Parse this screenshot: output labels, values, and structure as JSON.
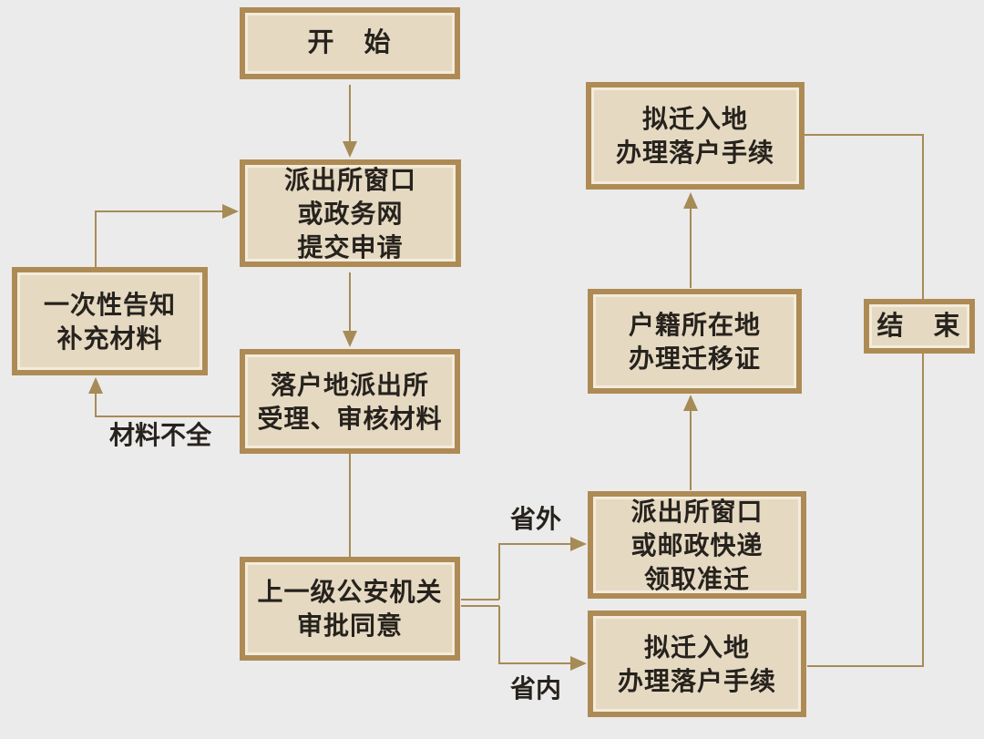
{
  "diagram": {
    "type": "flowchart",
    "subject": "household registration transfer process",
    "colors": {
      "bg": "#ecebeb",
      "box-fill": "#e6d9c2",
      "box-border": "#ae8b55",
      "box-inner": "#f3ecdc",
      "line": "#a68b57",
      "text": "#26221d"
    },
    "nodes": {
      "start": {
        "lines": [
          "开　始"
        ]
      },
      "submit": {
        "lines": [
          "派出所窗口",
          "或政务网",
          "提交申请"
        ]
      },
      "notify": {
        "lines": [
          "一次性告知",
          "补充材料"
        ]
      },
      "review": {
        "lines": [
          "落户地派出所",
          "受理、审核材料"
        ]
      },
      "approve": {
        "lines": [
          "上一级公安机关",
          "审批同意"
        ]
      },
      "collect": {
        "lines": [
          "派出所窗口",
          "或邮政快递",
          "领取准迁"
        ]
      },
      "settle_in": {
        "lines": [
          "拟迁入地",
          "办理落户手续"
        ]
      },
      "migration": {
        "lines": [
          "户籍所在地",
          "办理迁移证"
        ]
      },
      "settle_out": {
        "lines": [
          "拟迁入地",
          "办理落户手续"
        ]
      },
      "end": {
        "lines": [
          "结　束"
        ]
      }
    },
    "edge_labels": {
      "materials_incomplete": "材料不全",
      "out_of_province": "省外",
      "in_province": "省内"
    },
    "edges": [
      {
        "from": "start",
        "to": "submit",
        "label": ""
      },
      {
        "from": "submit",
        "to": "review",
        "label": ""
      },
      {
        "from": "review",
        "to": "approve",
        "label": ""
      },
      {
        "from": "review",
        "to": "notify",
        "label": "材料不全"
      },
      {
        "from": "notify",
        "to": "submit",
        "label": ""
      },
      {
        "from": "approve",
        "to": "collect",
        "label": "省外"
      },
      {
        "from": "approve",
        "to": "settle_in",
        "label": "省内"
      },
      {
        "from": "collect",
        "to": "migration",
        "label": ""
      },
      {
        "from": "migration",
        "to": "settle_out",
        "label": ""
      },
      {
        "from": "settle_out",
        "to": "end",
        "label": ""
      },
      {
        "from": "settle_in",
        "to": "end",
        "label": ""
      }
    ]
  }
}
